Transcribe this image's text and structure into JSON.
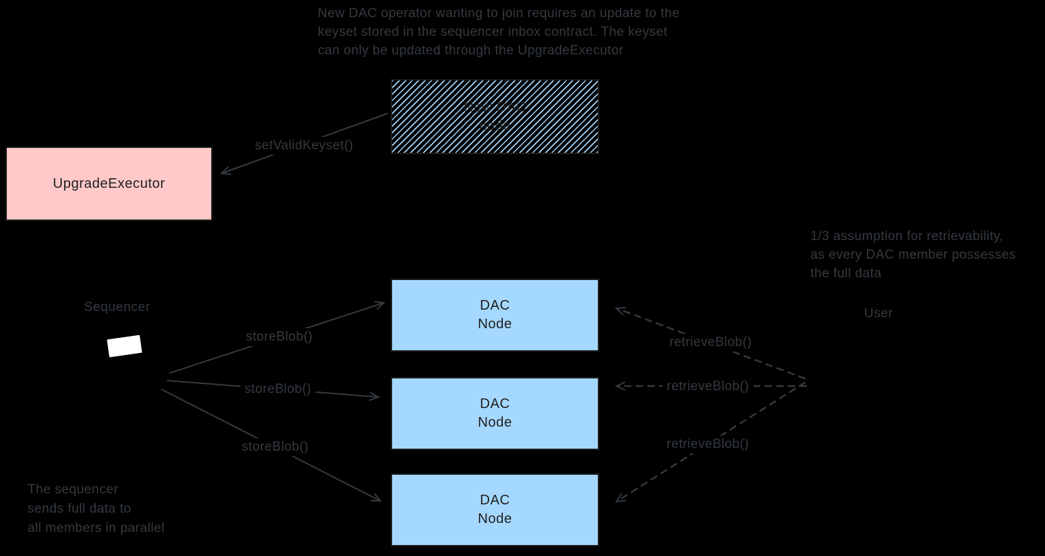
{
  "colors": {
    "background": "#000000",
    "ink": "#343a40",
    "stroke": "#1e1e1e",
    "blue": "#a5d8ff",
    "pink": "#ffc9c9",
    "laptop": "#ffffff"
  },
  "notes": {
    "top": "New DAC operator wanting to join requires an update to the\nkeyset stored in the sequencer inbox contract. The keyset\ncan only be updated through the UpgradeExecutor",
    "right": "1/3 assumption for retrievability,\nas every DAC member possesses\nthe full data",
    "bottom_left": "The sequencer\nsends full data to\nall members in parallel"
  },
  "boxes": {
    "new_dac_node": {
      "label": "New DAC\nnode",
      "fill_style": "hachure"
    },
    "upgrade_executor": {
      "label": "UpgradeExecutor",
      "fill_style": "solid"
    },
    "dac_nodes": [
      {
        "label": "DAC\nNode"
      },
      {
        "label": "DAC\nNode"
      },
      {
        "label": "DAC\nNode"
      }
    ]
  },
  "actors": {
    "sequencer": "Sequencer",
    "user": "User"
  },
  "edge_labels": {
    "set_valid_keyset": "setValidKeyset()",
    "store_blob": [
      "storeBlob()",
      "storeBlob()",
      "storeBlob()"
    ],
    "retrieve_blob": [
      "retrieveBlob()",
      "retrieveBlob()",
      "retrieveBlob()"
    ]
  }
}
